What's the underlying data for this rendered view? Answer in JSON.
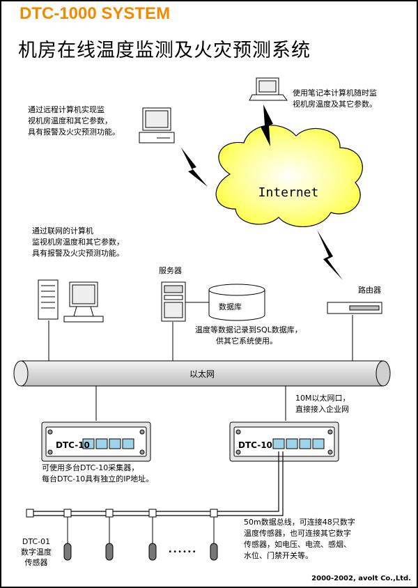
{
  "header": {
    "title": "DTC-1000 SYSTEM",
    "subtitle": "机房在线温度监测及火灾预测系统"
  },
  "notes": {
    "remote_pc": [
      "通过远程计算机实现监",
      "视机房温度和其它参数，",
      "具有报警及火灾预测功能。"
    ],
    "laptop": [
      "使用笔记本计算机随时监",
      "视机房温度及其它参数。"
    ],
    "lan_pc": [
      "通过联网的计算机",
      "监视机房温度和其它参数，",
      "具有报警及火灾预测功能。"
    ],
    "db_note": [
      "温度等数据记录到SQL数据库，",
      "供其它系统使用。"
    ],
    "ip_note": [
      "10M以太网口，",
      "直接接入企业网"
    ],
    "multi_note": [
      "可使用多台DTC-10采集器，",
      "每台DTC-10具有独立的IP地址。"
    ],
    "bus_note": [
      "50m数据总线，可连接48只数字",
      "温度传感器，也可连接其它数字",
      "传感器，如电压、电流、感烟、",
      "水位、门禁开关等。"
    ],
    "sensor_note": [
      "DTC-01",
      "数字温度",
      "传感器"
    ]
  },
  "labels": {
    "internet": "Internet",
    "server": "服务器",
    "database": "数据库",
    "router": "路由器",
    "ethernet": "以太网",
    "device1": "DTC-10",
    "device2": "DTC-10",
    "ellipsis": "••••••"
  },
  "footer": "2000-2002, avolt Co.,Ltd.",
  "colors": {
    "title": "#f08a00",
    "cloud": "#ffff66",
    "device_port": "#9fd3ea",
    "cable": "#dddddd"
  }
}
